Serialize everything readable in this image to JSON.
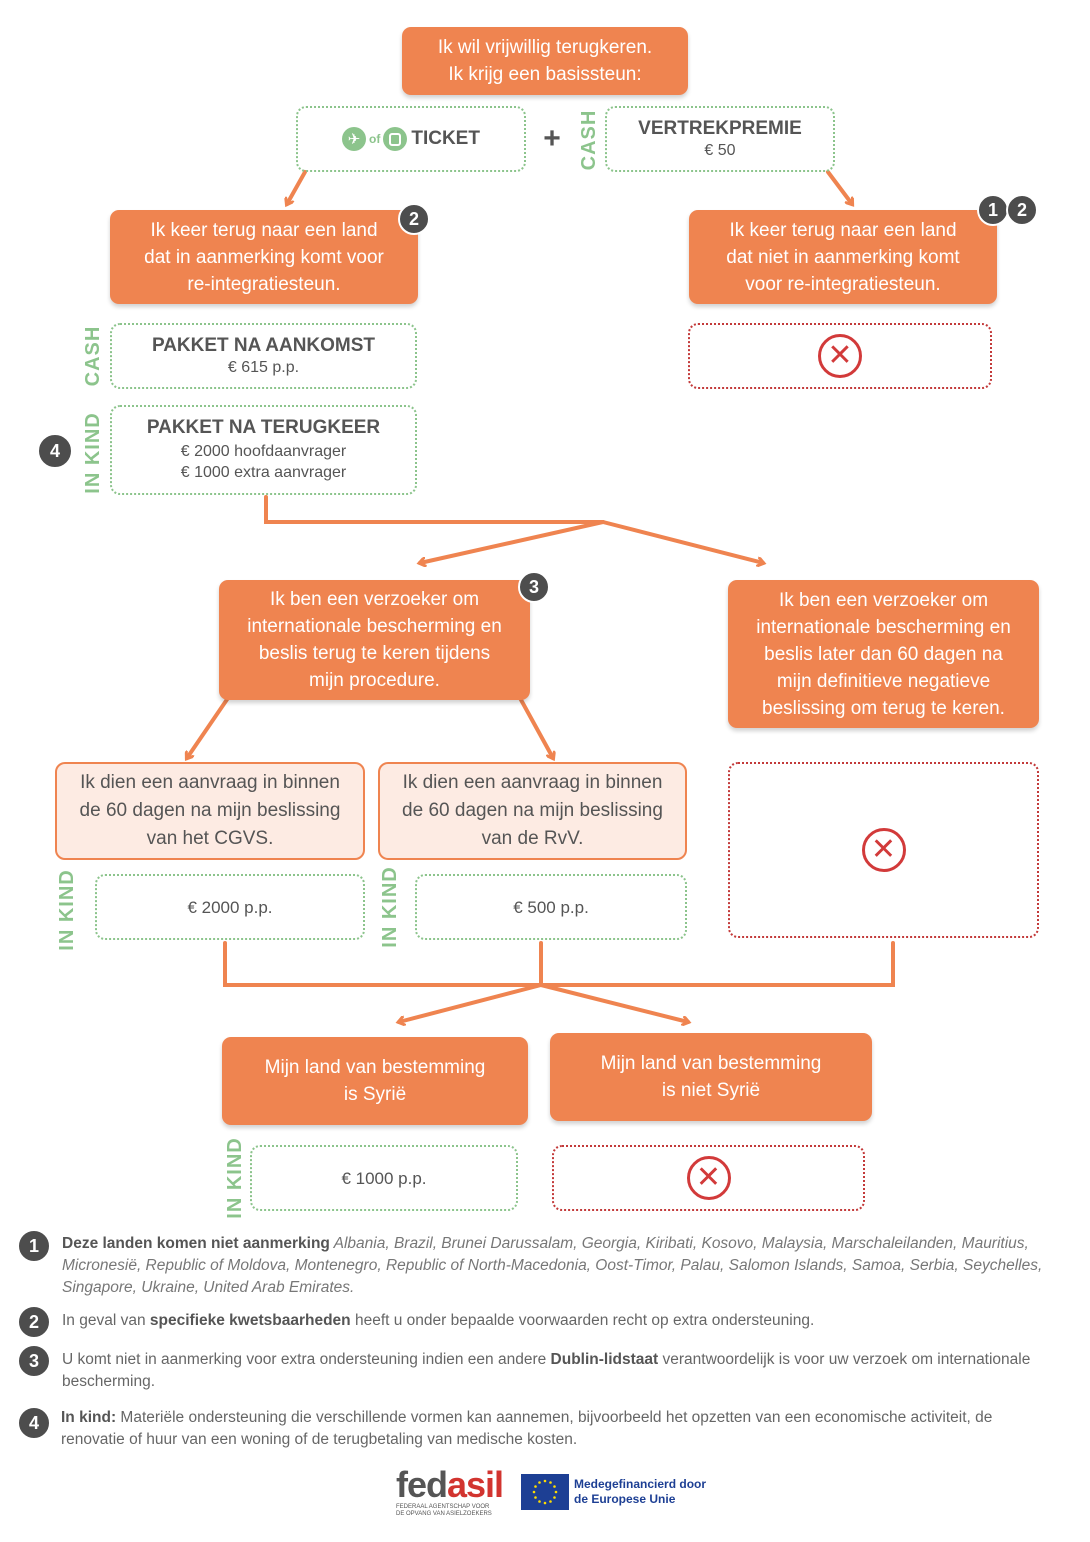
{
  "top": {
    "line1": "Ik wil vrijwillig terugkeren.",
    "line2": "Ik krijg een basissteun:"
  },
  "ticket": {
    "of": "of",
    "label": "TICKET"
  },
  "plus": "+",
  "cash_label": "CASH",
  "in_kind_label": "IN KIND",
  "vertrekpremie": {
    "title": "VERTREKPREMIE",
    "value": "€ 50"
  },
  "left_reint": {
    "line1": "Ik keer terug naar een land",
    "line2": "dat in aanmerking komt voor",
    "line3": "re-integratiesteun."
  },
  "right_reint": {
    "line1": "Ik keer terug naar een land",
    "line2": "dat niet in aanmerking komt",
    "line3": "voor re-integratiesteun."
  },
  "pakket_aankomst": {
    "title": "PAKKET NA AANKOMST",
    "value": "€ 615 p.p."
  },
  "pakket_terugkeer": {
    "title": "PAKKET NA TERUGKEER",
    "value1": "€ 2000 hoofdaanvrager",
    "value2": "€ 1000 extra aanvrager"
  },
  "verzoeker_during": {
    "line1": "Ik ben een verzoeker om",
    "line2": "internationale bescherming en",
    "line3": "beslis terug te keren tijdens",
    "line4": "mijn procedure."
  },
  "verzoeker_later": {
    "line1": "Ik ben een verzoeker om",
    "line2": "internationale bescherming en",
    "line3": "beslis later dan 60 dagen na",
    "line4": "mijn definitieve negatieve",
    "line5": "beslissing om terug te keren."
  },
  "cgvs": {
    "line1": "Ik dien een aanvraag in binnen",
    "line2": "de 60 dagen na mijn beslissing",
    "line3": "van het CGVS."
  },
  "rvv": {
    "line1": "Ik dien een aanvraag in binnen",
    "line2": "de 60 dagen na mijn beslissing",
    "line3": "van de RvV."
  },
  "cgvs_value": "€ 2000 p.p.",
  "rvv_value": "€ 500 p.p.",
  "syrie": {
    "line1": "Mijn land van bestemming",
    "line2": "is Syrië"
  },
  "niet_syrie": {
    "line1": "Mijn land van bestemming",
    "line2": "is niet Syrië"
  },
  "syrie_value": "€ 1000 p.p.",
  "badges": {
    "b1": "1",
    "b2": "2",
    "b3": "3",
    "b4": "4"
  },
  "footnotes": {
    "n1_bold": "Deze landen komen niet aanmerking",
    "n1_text": " Albania, Brazil, Brunei Darussalam, Georgia, Kiribati, Kosovo, Malaysia, Marschaleilanden, Mauritius, Micronesië, Republic of Moldova, Montenegro, Republic of North-Macedonia, Oost-Timor, Palau, Salomon Islands, Samoa, Serbia, Seychelles, Singapore, Ukraine, United Arab Emirates.",
    "n2_a": "In geval van ",
    "n2_bold": "specifieke kwetsbaarheden",
    "n2_b": " heeft u onder bepaalde voorwaarden recht op extra ondersteuning.",
    "n3_a": "U komt niet in aanmerking voor extra ondersteuning indien een andere ",
    "n3_bold": "Dublin-lidstaat",
    "n3_b": " verantwoordelijk is voor uw verzoek om internationale bescherming.",
    "n4_bold": "In kind:",
    "n4_text": " Materiële ondersteuning die verschillende vormen kan aannemen, bijvoorbeeld het opzetten van een economische activiteit, de renovatie of huur van een woning of de terugbetaling van medische kosten."
  },
  "logos": {
    "fedasil_word_a": "fed",
    "fedasil_word_b": "asil",
    "fedasil_sub1": "FEDERAAL AGENTSCHAP VOOR",
    "fedasil_sub2": "DE OPVANG VAN ASIELZOEKERS",
    "eu_line1": "Medegefinancierd door",
    "eu_line2": "de Europese Unie"
  },
  "colors": {
    "orange": "#ef8450",
    "green": "#8cc48c",
    "red": "#d23a3a",
    "dark": "#4d4d4d"
  }
}
